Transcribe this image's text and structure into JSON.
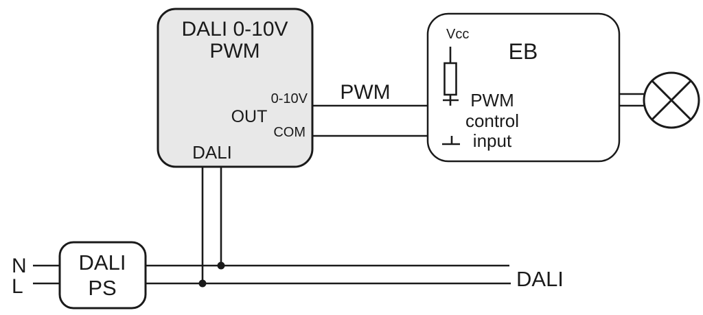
{
  "colors": {
    "line": "#1a1a1a",
    "converter_fill": "#e8e8e8",
    "box_fill": "#ffffff",
    "background": "#ffffff"
  },
  "converter": {
    "title_line1": "DALI 0-10V",
    "title_line2": "PWM",
    "out_label": "OUT",
    "port_0_10v_label": "0-10V",
    "port_com_label": "COM",
    "port_dali_label": "DALI"
  },
  "pwm_signal_label": "PWM",
  "eb": {
    "title": "EB",
    "vcc_label": "Vcc",
    "input_line1": "PWM",
    "input_line2": "control",
    "input_line3": "input"
  },
  "power_supply": {
    "title_line1": "DALI",
    "title_line2": "PS",
    "neutral_label": "N",
    "line_label": "L"
  },
  "dali_bus_label": "DALI"
}
